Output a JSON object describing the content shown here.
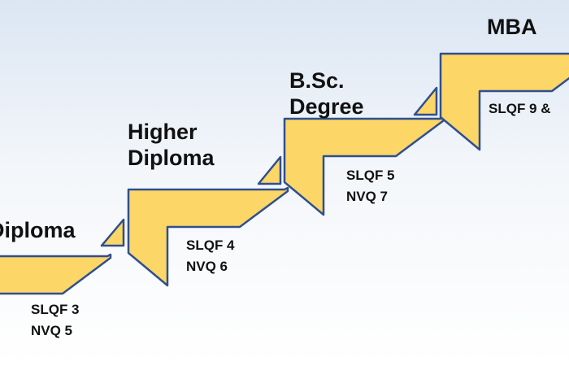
{
  "colors": {
    "step_fill": "#fcd667",
    "step_stroke": "#2f4f8f",
    "background_top": "#dbe6f3",
    "background_bottom": "#ffffff"
  },
  "steps": [
    {
      "title": "Diploma",
      "codes": "SLQF 3\nNVQ 5"
    },
    {
      "title": "Higher\nDiploma",
      "codes": "SLQF 4\nNVQ 6"
    },
    {
      "title": "B.Sc.\nDegree",
      "codes": "SLQF 5\nNVQ 7"
    },
    {
      "title": "MBA",
      "codes": "SLQF 9 &"
    }
  ]
}
